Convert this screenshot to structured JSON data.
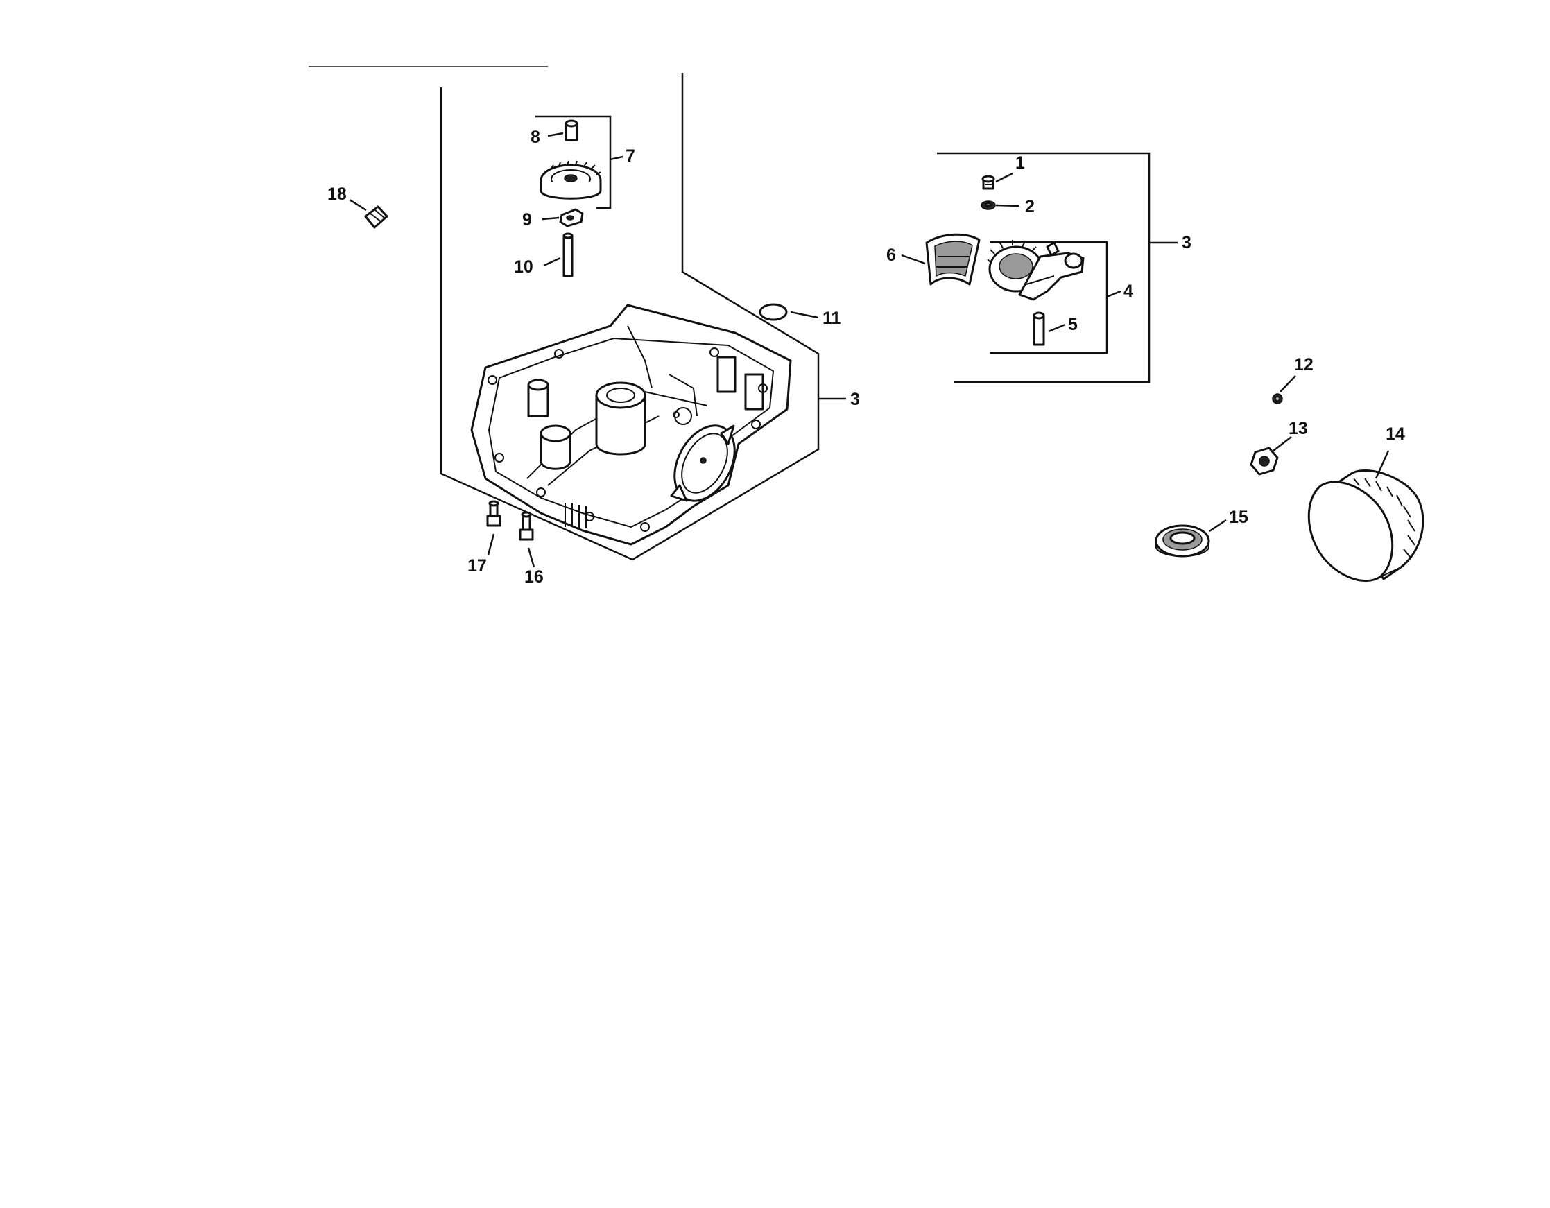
{
  "diagram": {
    "callouts": [
      {
        "id": "1",
        "text": "1"
      },
      {
        "id": "2",
        "text": "2"
      },
      {
        "id": "3-top",
        "text": "3"
      },
      {
        "id": "3-main",
        "text": "3"
      },
      {
        "id": "4",
        "text": "4"
      },
      {
        "id": "5",
        "text": "5"
      },
      {
        "id": "6",
        "text": "6"
      },
      {
        "id": "7",
        "text": "7"
      },
      {
        "id": "8",
        "text": "8"
      },
      {
        "id": "9",
        "text": "9"
      },
      {
        "id": "10",
        "text": "10"
      },
      {
        "id": "11",
        "text": "11"
      },
      {
        "id": "12",
        "text": "12"
      },
      {
        "id": "13",
        "text": "13"
      },
      {
        "id": "14",
        "text": "14"
      },
      {
        "id": "15",
        "text": "15"
      },
      {
        "id": "16",
        "text": "16"
      },
      {
        "id": "17",
        "text": "17"
      },
      {
        "id": "18",
        "text": "18"
      }
    ]
  }
}
